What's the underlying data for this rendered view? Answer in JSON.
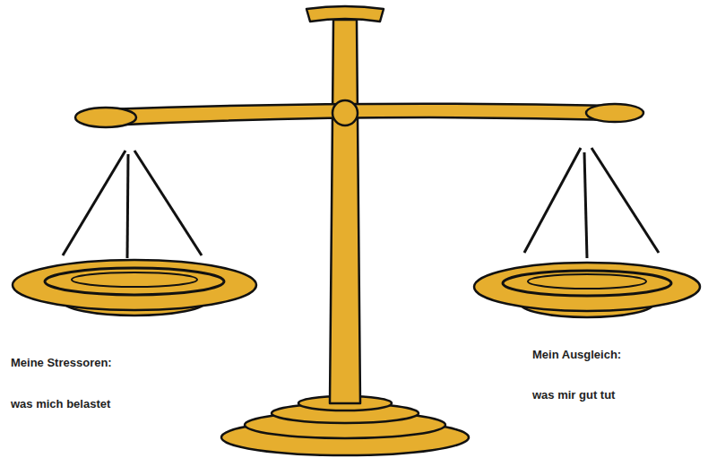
{
  "diagram": {
    "labels": [
      "Meine Stressoren:",
      "was mich belastet",
      "Mein Ausgleich:",
      "was mir gut tut"
    ]
  }
}
